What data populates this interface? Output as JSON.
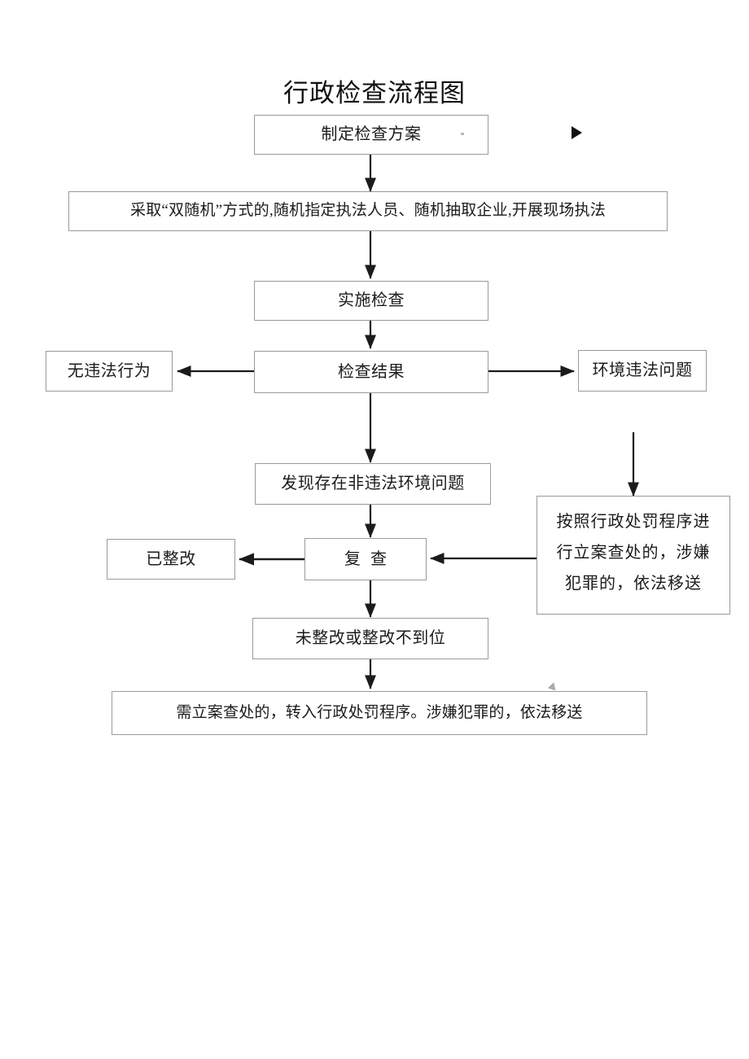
{
  "document": {
    "title": "行政检查流程图",
    "language": "zh-CN"
  },
  "flowchart": {
    "type": "process-flow-diagram",
    "nodes": [
      {
        "id": "plan",
        "label": "制定检查方案"
      },
      {
        "id": "double-random",
        "label": "采取“双随机”方式的,随机指定执法人员、随机抽取企业,开展现场执法"
      },
      {
        "id": "inspect",
        "label": "实施检查"
      },
      {
        "id": "result",
        "label": "检查结果"
      },
      {
        "id": "no-violation",
        "label": "无违法行为"
      },
      {
        "id": "env-violation",
        "label": "环境违法问题"
      },
      {
        "id": "non-illegal-issue",
        "label": "发现存在非违法环境问题"
      },
      {
        "id": "recheck",
        "label": "复查"
      },
      {
        "id": "rectified",
        "label": "已整改"
      },
      {
        "id": "penalty-procedure",
        "label": "按照行政处罚程序进行立案查处的,涉嫌犯罪的,依法移送",
        "lines": [
          "按照行政处罚程序进",
          "行立案查处的，涉嫌",
          "犯罪的，依法移送"
        ]
      },
      {
        "id": "not-rectified",
        "label": "未整改或整改不到位"
      },
      {
        "id": "transfer",
        "label": "需立案查处的，转入行政处罚程序。涉嫌犯罪的，依法移送"
      }
    ],
    "edges": [
      {
        "from": "plan",
        "to": "double-random",
        "direction": "down"
      },
      {
        "from": "double-random",
        "to": "inspect",
        "direction": "down"
      },
      {
        "from": "inspect",
        "to": "result",
        "direction": "down"
      },
      {
        "from": "result",
        "to": "no-violation",
        "direction": "left"
      },
      {
        "from": "result",
        "to": "env-violation",
        "direction": "right"
      },
      {
        "from": "result",
        "to": "non-illegal-issue",
        "direction": "down"
      },
      {
        "from": "env-violation",
        "to": "penalty-procedure",
        "direction": "down"
      },
      {
        "from": "non-illegal-issue",
        "to": "recheck",
        "direction": "down"
      },
      {
        "from": "recheck",
        "to": "rectified",
        "direction": "left"
      },
      {
        "from": "penalty-procedure",
        "to": "recheck",
        "direction": "left"
      },
      {
        "from": "recheck",
        "to": "not-rectified",
        "direction": "down"
      },
      {
        "from": "not-rectified",
        "to": "transfer",
        "direction": "down"
      }
    ],
    "colors": {
      "box_border": "#9a9a9a",
      "text": "#1b1b1b",
      "connector": "#1b1b1b",
      "background": "#ffffff"
    }
  }
}
